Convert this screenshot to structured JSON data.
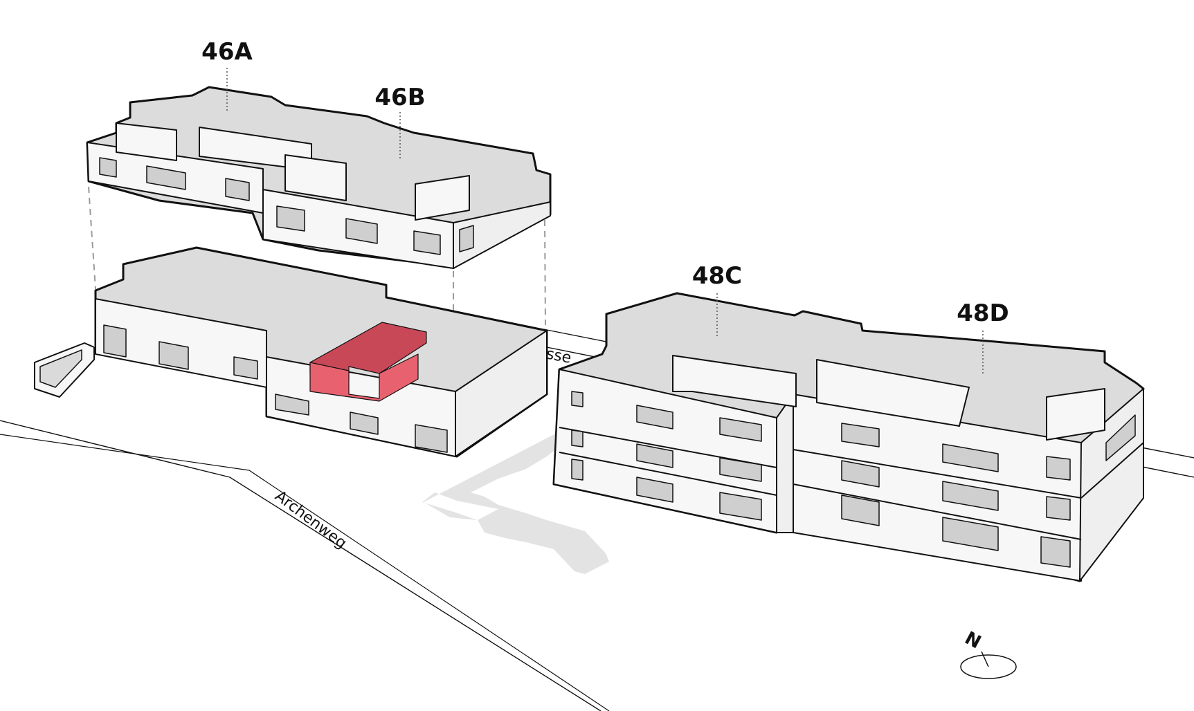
{
  "buildings": {
    "b46a": {
      "label": "46A"
    },
    "b46b": {
      "label": "46B"
    },
    "b48c": {
      "label": "48C"
    },
    "b48d": {
      "label": "48D"
    }
  },
  "streets": {
    "archenweg": "Archenweg",
    "upper_street_fragment": "sse"
  },
  "compass": {
    "north": "N"
  },
  "colors": {
    "roof": "#dcdcdc",
    "wall": "#f7f7f7",
    "recess": "#cfcfcf",
    "highlight": "#e8616f",
    "highlight_dark": "#c94858",
    "outline": "#111111",
    "path": "#e3e3e3",
    "leader": "#9a9a9a"
  }
}
